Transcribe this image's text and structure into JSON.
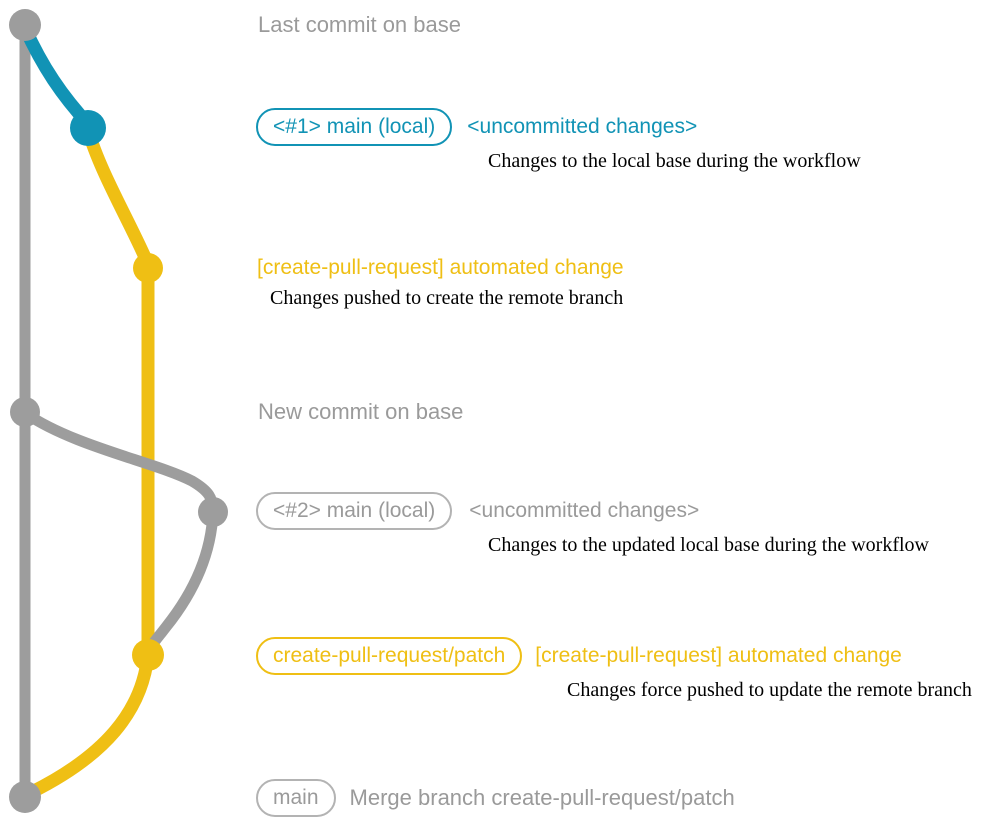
{
  "colors": {
    "teal": "#1193B5",
    "yellow": "#EFBF14",
    "gray": "#9D9D9D",
    "gray_text": "#9A9A9A",
    "badge_border_gray": "#B3B3B3",
    "desc_text": "#000000",
    "background": "#FFFFFF"
  },
  "graph": {
    "branches": [
      {
        "name": "base",
        "color": "#9D9D9D"
      },
      {
        "name": "main-local-before-rebase",
        "color": "#1193B5"
      },
      {
        "name": "create-pull-request-patch",
        "color": "#EFBF14"
      },
      {
        "name": "main-local-after-rebase",
        "color": "#9D9D9D"
      }
    ]
  },
  "annotations": {
    "last_commit_label": "Last commit on base",
    "section1": {
      "badge": "<#1> main (local)",
      "headline": "<uncommitted changes>",
      "description": "Changes to the local base during the workflow"
    },
    "section2": {
      "headline": "[create-pull-request] automated change",
      "description": "Changes pushed to create the remote branch"
    },
    "new_commit_label": "New commit on base",
    "section3": {
      "badge": "<#2> main (local)",
      "headline": "<uncommitted changes>",
      "description": "Changes to the updated local base during the workflow"
    },
    "section4": {
      "badge": "create-pull-request/patch",
      "headline": "[create-pull-request] automated change",
      "description": "Changes force pushed to update the remote branch"
    },
    "section5": {
      "badge": "main",
      "headline": "Merge branch create-pull-request/patch"
    }
  }
}
